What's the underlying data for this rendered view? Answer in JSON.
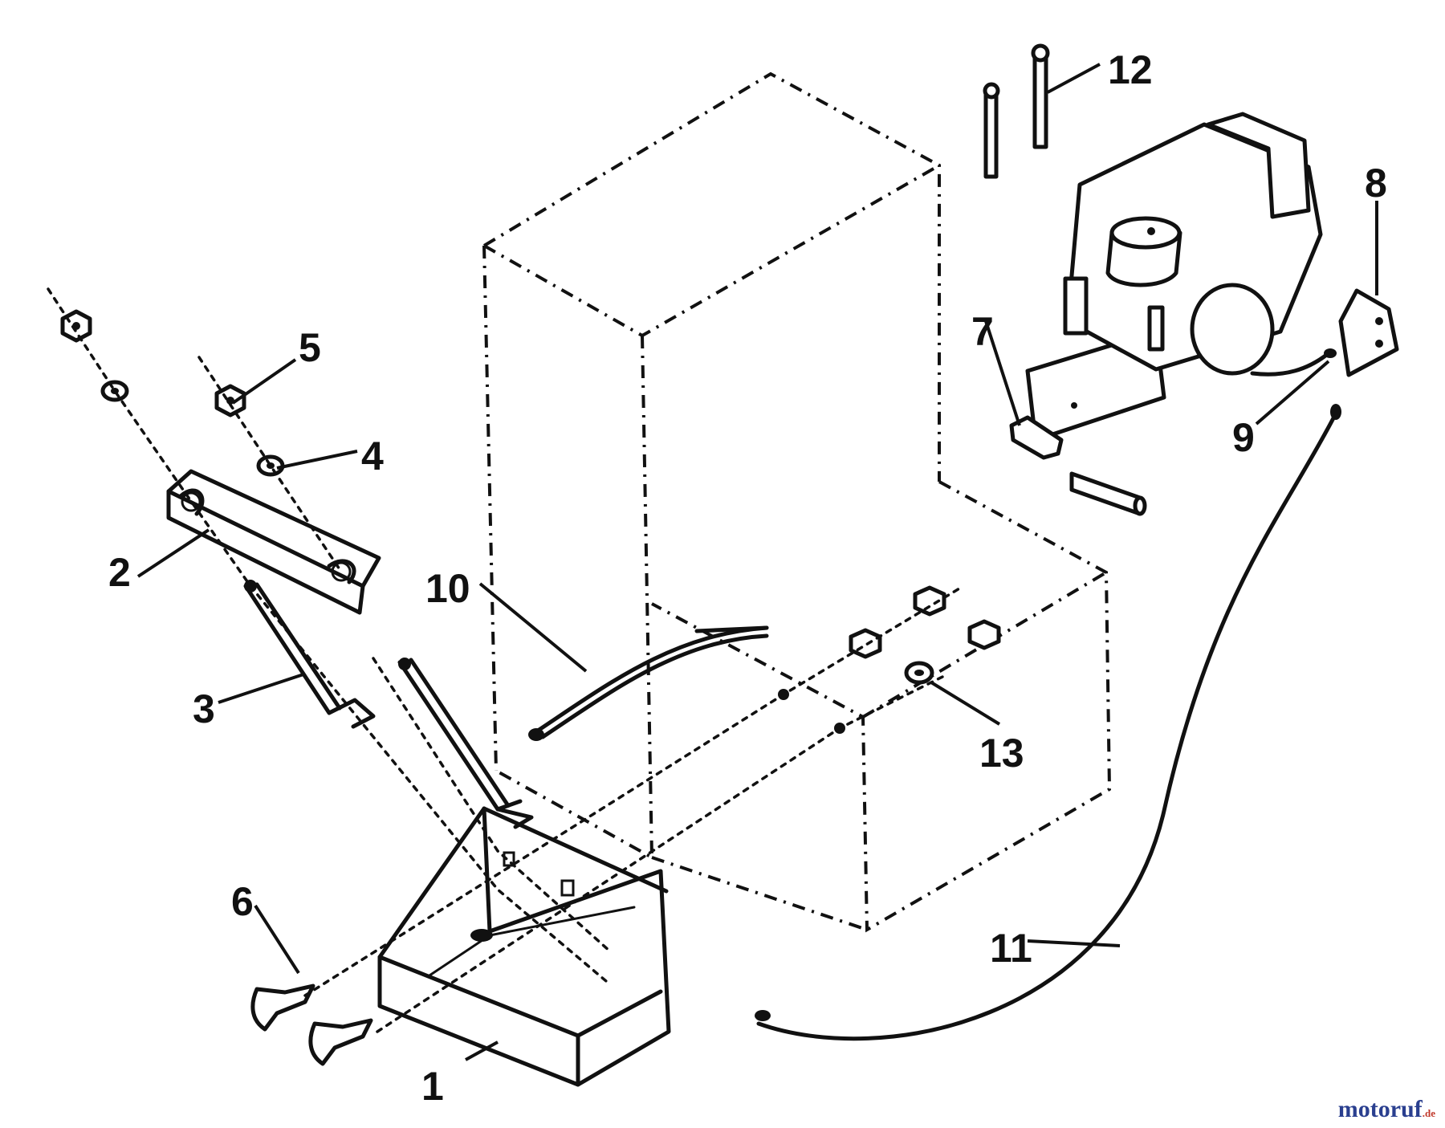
{
  "callouts": [
    "1",
    "2",
    "3",
    "4",
    "5",
    "6",
    "7",
    "8",
    "9",
    "10",
    "11",
    "12",
    "13"
  ],
  "watermark": {
    "brand": "motoruf",
    "tld": ".de"
  }
}
